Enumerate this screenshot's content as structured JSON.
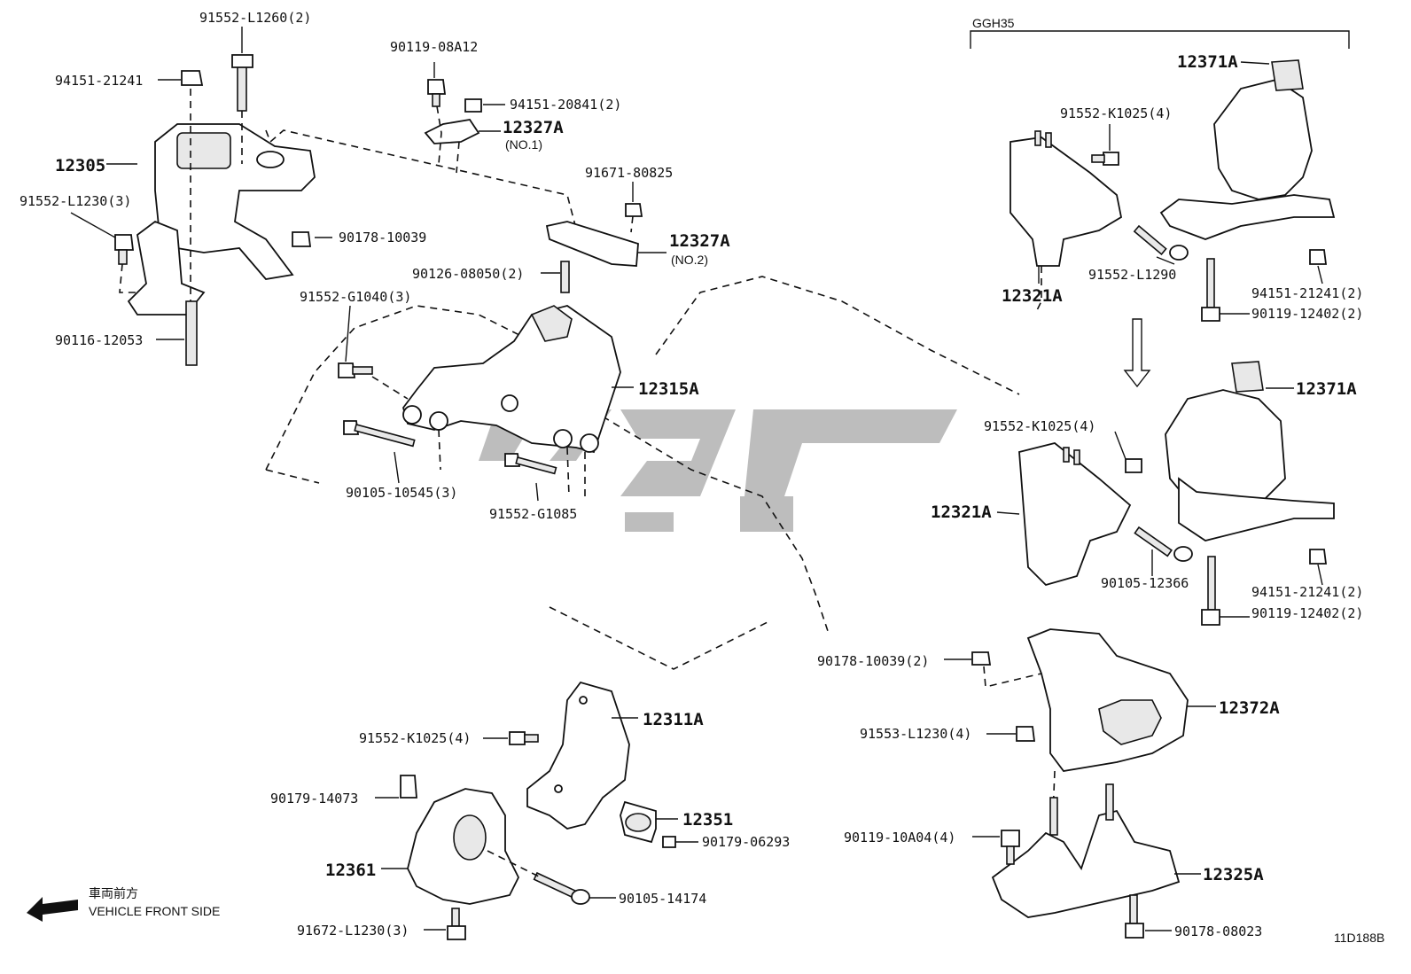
{
  "variant_label": "GGH35",
  "diagram_code": "11D188B",
  "front_note": {
    "jp": "車両前方",
    "en": "VEHICLE FRONT SIDE"
  },
  "parts": {
    "p_94151_21241_top": "94151-21241",
    "p_91552_L1260": "91552-L1260(2)",
    "p_12305": "12305",
    "p_91552_L1230_3": "91552-L1230(3)",
    "p_90178_10039": "90178-10039",
    "p_90116_12053": "90116-12053",
    "p_90119_08A12": "90119-08A12",
    "p_94151_20841": "94151-20841(2)",
    "p_12327A_1": "12327A",
    "p_no1": "(NO.1)",
    "p_91671_80825": "91671-80825",
    "p_12327A_2": "12327A",
    "p_no2": "(NO.2)",
    "p_90126_08050": "90126-08050(2)",
    "p_91552_G1040": "91552-G1040(3)",
    "p_12315A": "12315A",
    "p_90105_10545": "90105-10545(3)",
    "p_91552_G1085": "91552-G1085",
    "p_12371A_top": "12371A",
    "p_91552_K1025_top": "91552-K1025(4)",
    "p_91552_L1290": "91552-L1290",
    "p_12321A_top": "12321A",
    "p_94151_21241_r1": "94151-21241(2)",
    "p_90119_12402_r1": "90119-12402(2)",
    "p_12371A_mid": "12371A",
    "p_91552_K1025_mid": "91552-K1025(4)",
    "p_12321A_mid": "12321A",
    "p_90105_12366": "90105-12366",
    "p_94151_21241_r2": "94151-21241(2)",
    "p_90119_12402_r2": "90119-12402(2)",
    "p_90178_10039_2": "90178-10039(2)",
    "p_12372A": "12372A",
    "p_91553_L1230": "91553-L1230(4)",
    "p_90119_10A04": "90119-10A04(4)",
    "p_12325A": "12325A",
    "p_90178_08023": "90178-08023",
    "p_12311A": "12311A",
    "p_91552_K1025_bot": "91552-K1025(4)",
    "p_90179_14073": "90179-14073",
    "p_12351": "12351",
    "p_90179_06293": "90179-06293",
    "p_12361": "12361",
    "p_90105_14174": "90105-14174",
    "p_91672_L1230": "91672-L1230(3)"
  }
}
